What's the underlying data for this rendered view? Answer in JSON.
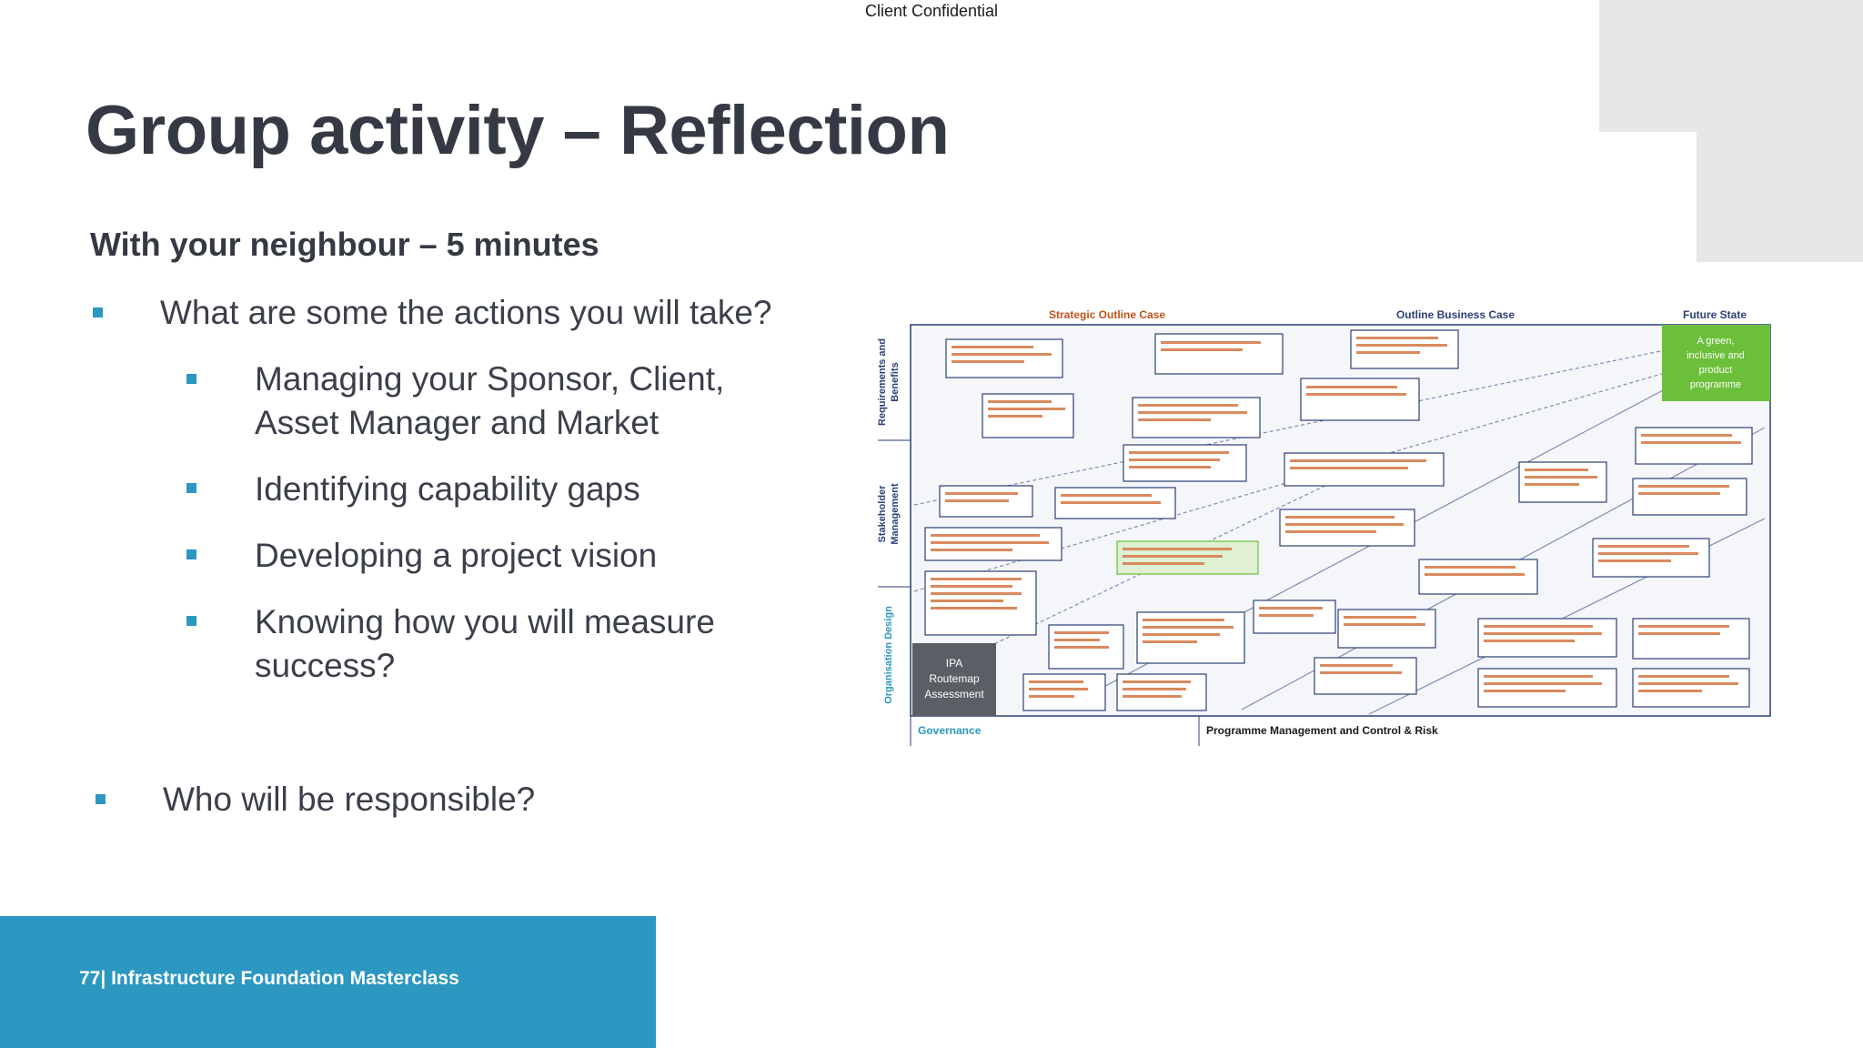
{
  "header": {
    "confidential": "Client Confidential"
  },
  "slide": {
    "title": "Group activity – Reflection",
    "subtitle": "With your neighbour – 5 minutes",
    "bullets": {
      "q1": "What are some the actions you will take?",
      "s1_line1": "Managing your Sponsor, Client,",
      "s1_line2": "Asset Manager and Market",
      "s2": "Identifying capability gaps",
      "s3": "Developing a project vision",
      "s4_line1": "Knowing how you will measure",
      "s4_line2": "success?",
      "q2": "Who will be responsible?"
    }
  },
  "diagram": {
    "col_soc": "Strategic Outline Case",
    "col_obc": "Outline Business Case",
    "col_future": "Future State",
    "row_req_1": "Requirements and",
    "row_req_2": "Benefits",
    "row_stake_1": "Stakeholder",
    "row_stake_2": "Management",
    "row_org": "Organisation Design",
    "governance": "Governance",
    "pmcr": "Programme Management and Control & Risk",
    "ipa_1": "IPA",
    "ipa_2": "Routemap",
    "ipa_3": "Assessment",
    "future_1": "A green,",
    "future_2": "inclusive and",
    "future_3": "product",
    "future_4": "programme"
  },
  "footer": {
    "page": "77",
    "label": "Infrastructure Foundation Masterclass"
  },
  "colors": {
    "accent": "#2c97c1",
    "title": "#353944",
    "green": "#6cbf3a",
    "box_border": "#2b3f75",
    "box_text": "#c0521b"
  }
}
